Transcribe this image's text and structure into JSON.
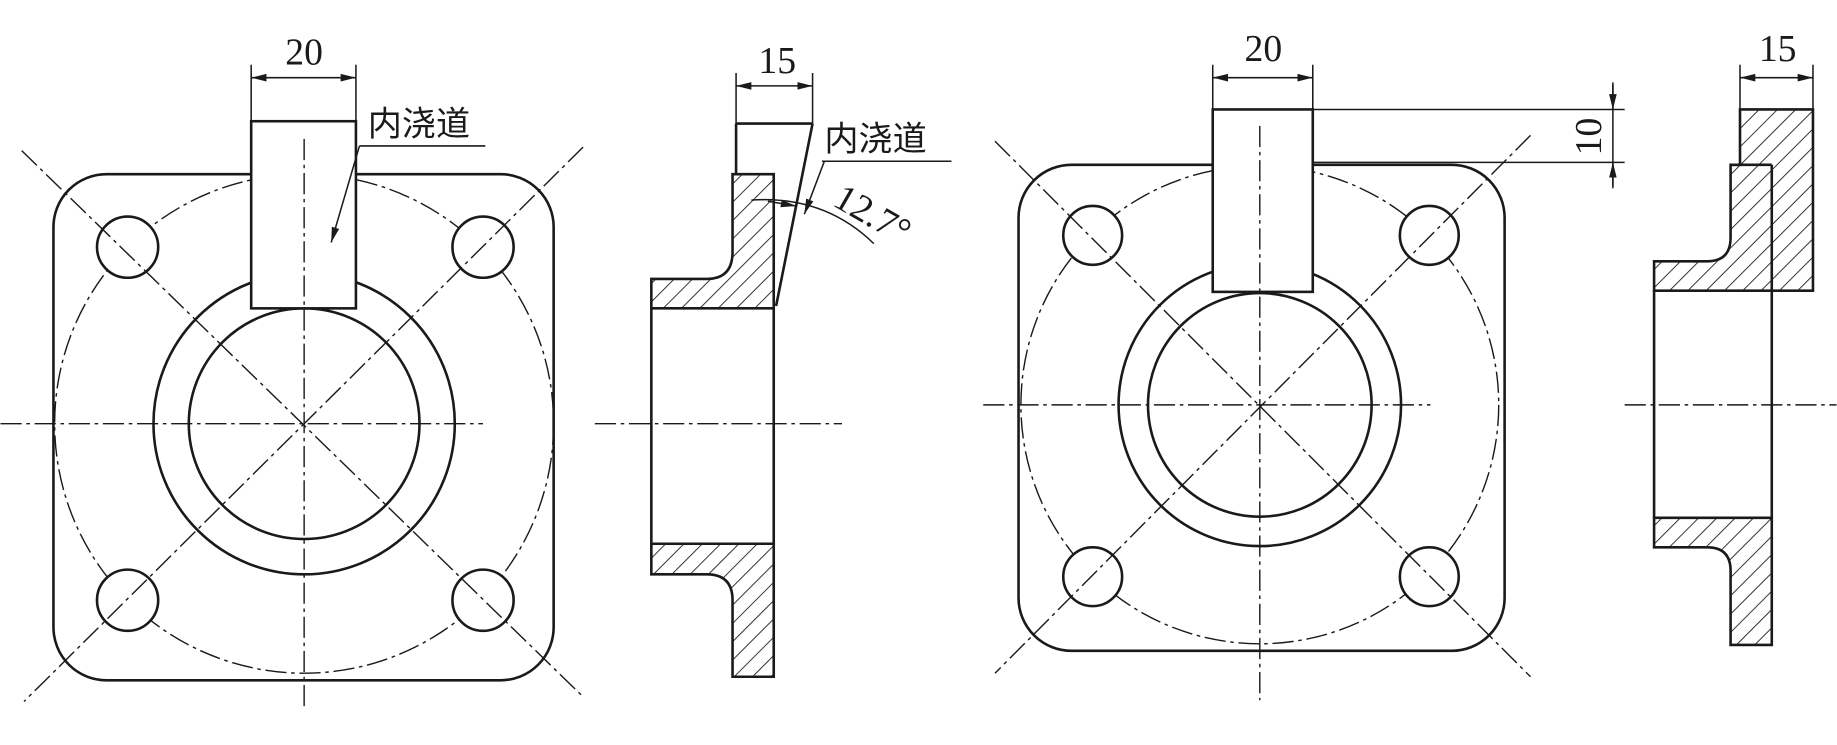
{
  "left_drawing": {
    "front_view": {
      "gate_width_label": "20",
      "gate_label": "内浇道"
    },
    "side_view": {
      "gate_thickness_label": "15",
      "gate_label": "内浇道",
      "gate_angle_label": "12.7°"
    }
  },
  "right_drawing": {
    "front_view": {
      "gate_width_label": "20",
      "gate_height_label": "10"
    },
    "side_view": {
      "gate_thickness_label": "15"
    }
  }
}
